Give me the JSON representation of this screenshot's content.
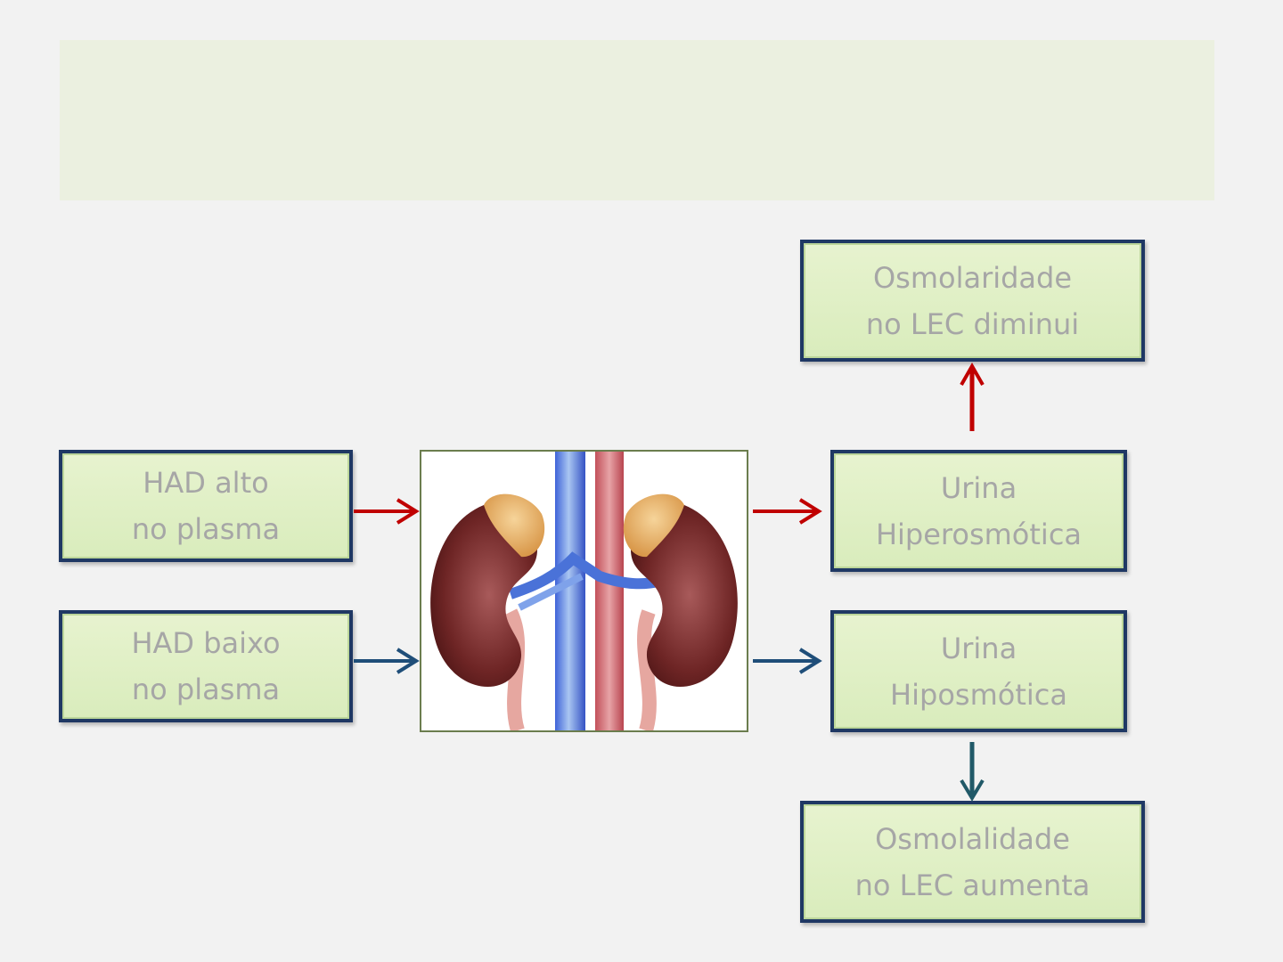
{
  "diagram": {
    "colors": {
      "high_arrow": "#c00000",
      "low_arrow": "#1f4e79",
      "box_border": "#1f3864",
      "box_fill": "#e2efcc",
      "text": "#a6a6a6"
    },
    "inputs": {
      "high": {
        "line1": "HAD alto",
        "line2": "no plasma"
      },
      "low": {
        "line1": "HAD baixo",
        "line2": "no plasma"
      }
    },
    "kidney_image": {
      "icon": "kidneys-illustration"
    },
    "outputs": {
      "hyper": {
        "line1": "Urina",
        "line2": "Hiperosmótica"
      },
      "hypo": {
        "line1": "Urina",
        "line2": "Hiposmótica"
      }
    },
    "effects": {
      "decrease": {
        "line1": "Osmolaridade",
        "line2": "no LEC diminui"
      },
      "increase": {
        "line1": "Osmolalidade",
        "line2": "no LEC aumenta"
      }
    }
  }
}
